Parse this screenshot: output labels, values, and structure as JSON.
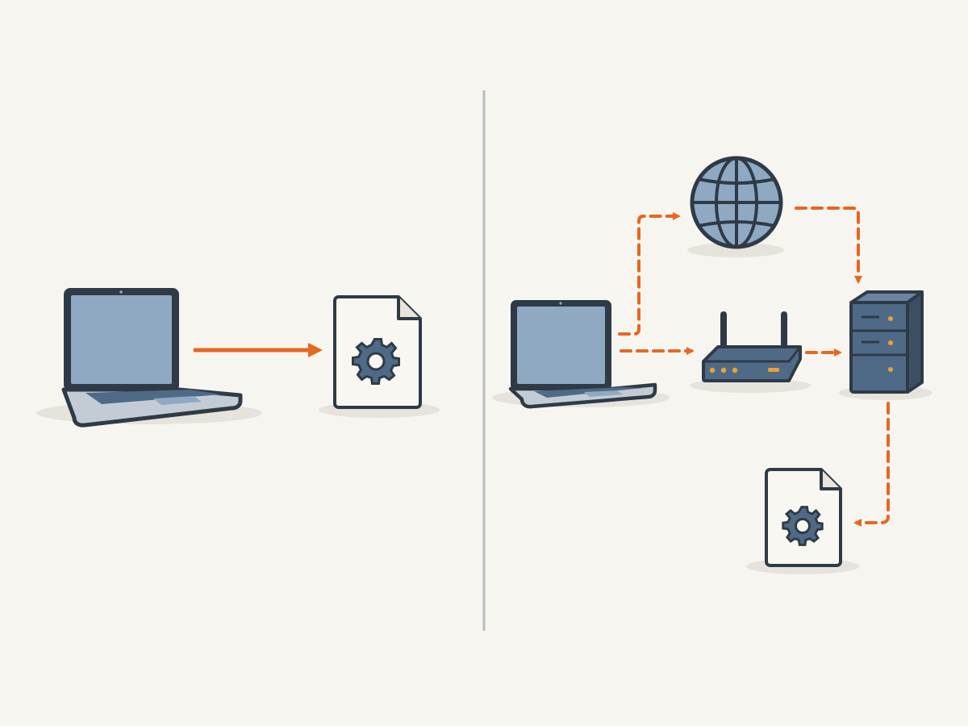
{
  "colors": {
    "background": "#f7f5f0",
    "accent": "#e8661f",
    "outline": "#2f3a47",
    "device_fill": "#4f6a86",
    "screen_fill": "#8fa9c2",
    "document_fill": "#f9f7f2",
    "divider": "#b8bcc0",
    "led": "#f0a030"
  },
  "panels": [
    {
      "id": "local",
      "nodes": [
        {
          "id": "laptop",
          "icon": "laptop-icon"
        },
        {
          "id": "document",
          "icon": "settings-document-icon"
        }
      ],
      "edges": [
        {
          "from": "laptop",
          "to": "document",
          "style": "solid"
        }
      ]
    },
    {
      "id": "network",
      "nodes": [
        {
          "id": "laptop",
          "icon": "laptop-icon"
        },
        {
          "id": "globe",
          "icon": "globe-icon"
        },
        {
          "id": "router",
          "icon": "router-icon"
        },
        {
          "id": "server",
          "icon": "server-icon"
        },
        {
          "id": "document",
          "icon": "settings-document-icon"
        }
      ],
      "edges": [
        {
          "from": "laptop",
          "to": "globe",
          "style": "dashed"
        },
        {
          "from": "globe",
          "to": "server",
          "style": "dashed"
        },
        {
          "from": "laptop",
          "to": "router",
          "style": "dashed"
        },
        {
          "from": "router",
          "to": "server",
          "style": "dashed"
        },
        {
          "from": "server",
          "to": "document",
          "style": "dashed"
        }
      ]
    }
  ]
}
